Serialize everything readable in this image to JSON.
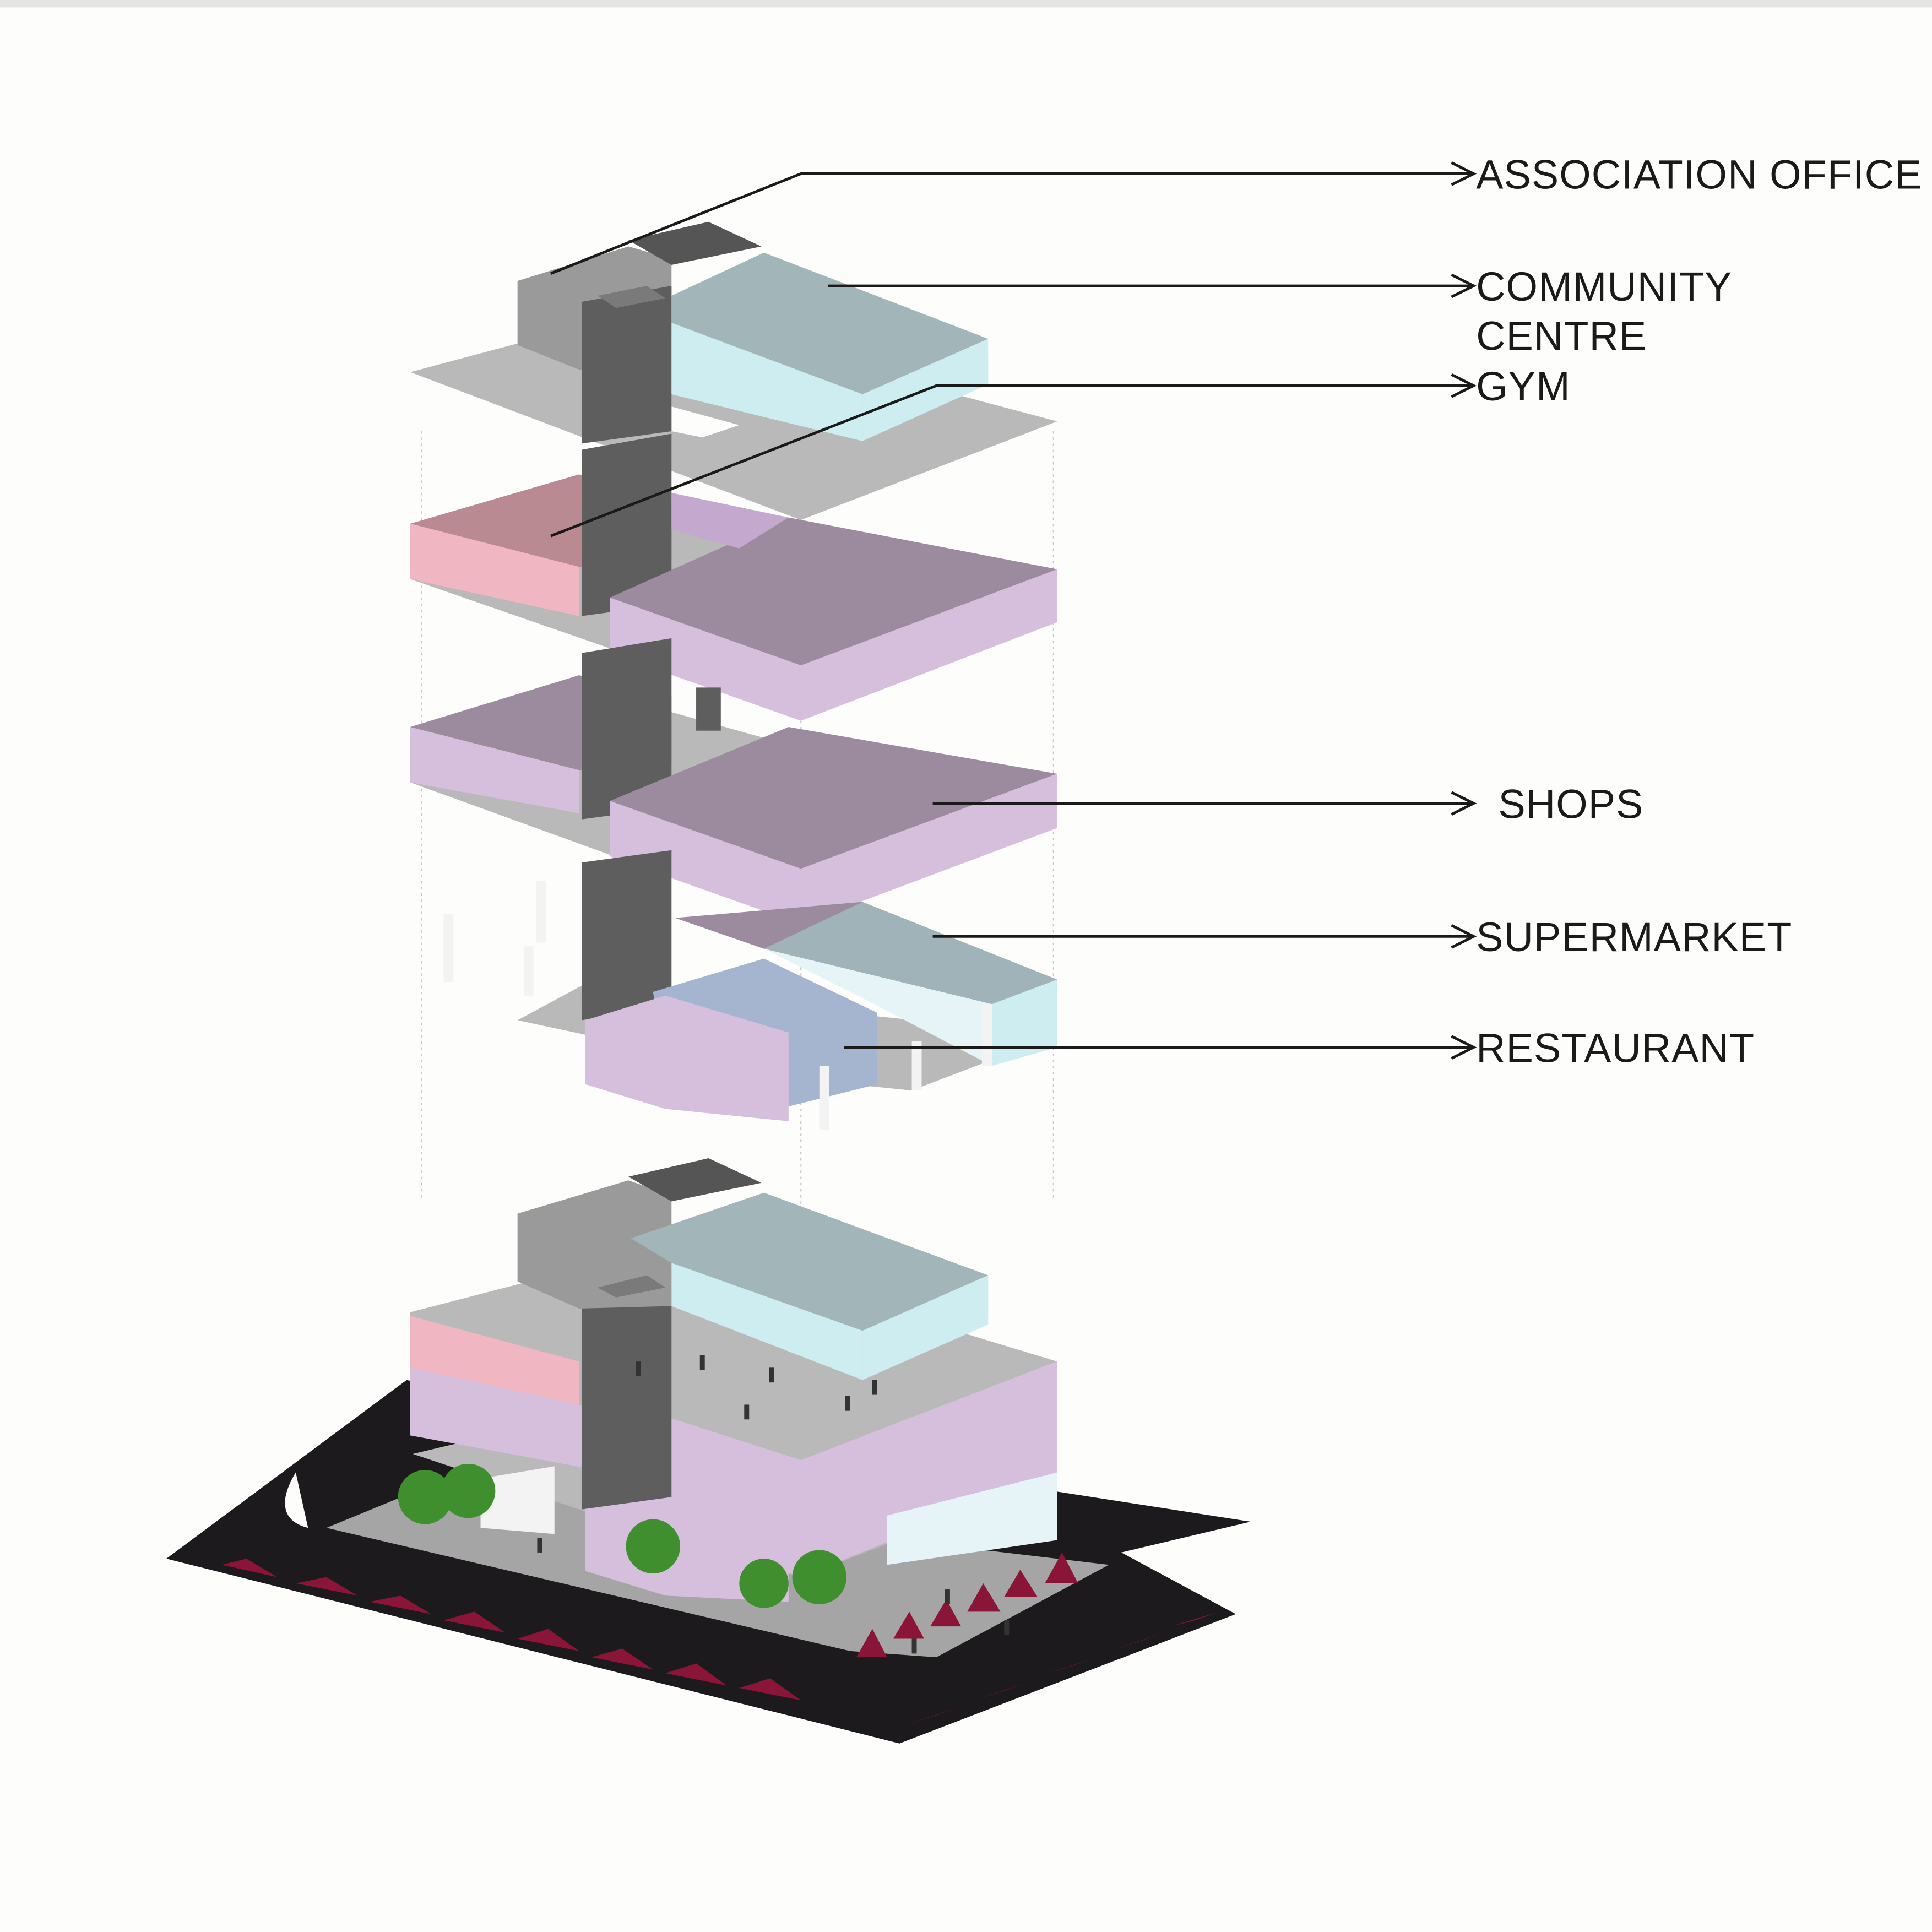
{
  "diagram": {
    "type": "exploded axonometric",
    "labels": {
      "association_office": "ASSOCIATION OFFICE",
      "community_1": "COMMUNITY",
      "community_2": "CENTRE",
      "gym": "GYM",
      "shops": "SHOPS",
      "supermarket": "SUPERMARKET",
      "restaurant": "RESTAURANT"
    },
    "colors": {
      "slab": "#b9b9b9",
      "core": "#5e5e5e",
      "office": "#9a9a9a",
      "community_top": "#a2b6b9",
      "community_side": "#cdedf0",
      "gym_top": "#b98a92",
      "gym_side": "#f0b6c2",
      "shops_top": "#9c8b9f",
      "shops_side": "#d6bedd",
      "supermarket_top": "#9fb3b8",
      "supermarket_side": "#e6f4f8",
      "restaurant": "#a5b4cf",
      "road": "#1c1a1c",
      "marker": "#8a1538"
    }
  }
}
